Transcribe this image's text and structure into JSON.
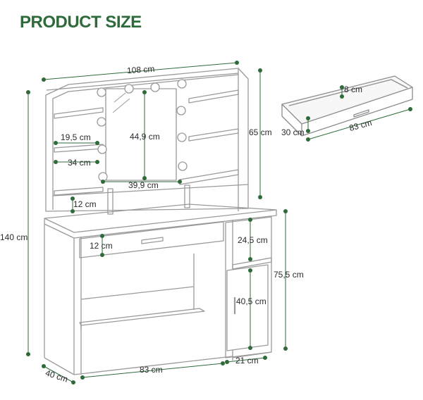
{
  "title": "PRODUCT SIZE",
  "colors": {
    "title": "#2f6b3a",
    "dimension_line": "#2f6b3a",
    "outline": "#9a9a9a",
    "text": "#2b2b2b"
  },
  "dimensions": {
    "top_width": "108 cm",
    "shelf_height": "19,5 cm",
    "mirror_height": "44,9 cm",
    "shelf_depth": "34 cm",
    "mirror_width": "39,9 cm",
    "top_height": "65 cm",
    "hutch_gap": "12 cm",
    "total_height": "140 cm",
    "drawer_height": "12 cm",
    "cabinet_shelf": "24,5 cm",
    "desk_height": "75,5 cm",
    "door_height": "40,5 cm",
    "depth": "40 cm",
    "desk_width": "83 cm",
    "cabinet_width": "21 cm",
    "drawer_box_height": "8 cm",
    "drawer_box_depth": "30 cm",
    "drawer_box_width": "83 cm"
  }
}
